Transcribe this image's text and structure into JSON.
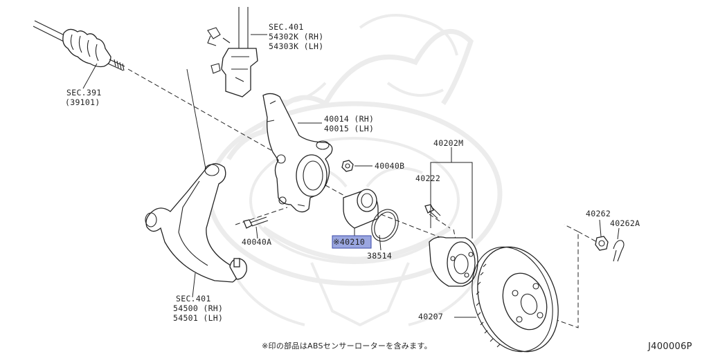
{
  "labels": {
    "sec391": "SEC.391",
    "sec391_part": "(39101)",
    "sec401_strut": "SEC.401",
    "strut_rh": "54302K (RH)",
    "strut_lh": "54303K (LH)",
    "knuckle_rh": "40014 (RH)",
    "knuckle_lh": "40015 (LH)",
    "nut_40040b": "40040B",
    "bolt_40040a": "40040A",
    "bearing_40210": "※40210",
    "snap_ring": "38514",
    "hub_assy": "40202M",
    "hub_bolt": "40222",
    "nut_40262": "40262",
    "cotter_pin": "40262A",
    "rotor": "40207",
    "sec401_arm": "SEC.401",
    "arm_rh": "54500 (RH)",
    "arm_lh": "54501 (LH)"
  },
  "footnote": "※印の部品はABSセンサーローターを含みます。",
  "diagram_code": "J400006P",
  "colors": {
    "highlight_fill": "#9aa6e0",
    "highlight_stroke": "#3b4aa8",
    "line": "#222222",
    "watermark": "#ececec"
  }
}
